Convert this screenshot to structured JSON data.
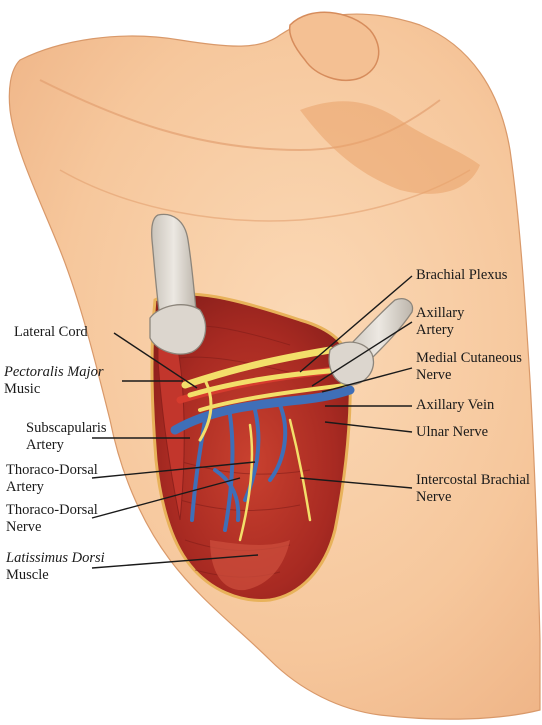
{
  "labels": {
    "brachial_plexus": "Brachial Plexus",
    "axillary_artery_1": "Axillary",
    "axillary_artery_2": "Artery",
    "medial_cutaneous_1": "Medial Cutaneous",
    "medial_cutaneous_2": "Nerve",
    "axillary_vein": "Axillary Vein",
    "ulnar_nerve": "Ulnar Nerve",
    "intercostal_1": "Intercostal Brachial",
    "intercostal_2": "Nerve",
    "lateral_cord": "Lateral Cord",
    "pectoralis_1": "Pectoralis Major",
    "pectoralis_2": "Music",
    "subscapularis_1": "Subscapularis",
    "subscapularis_2": "Artery",
    "thoraco_artery_1": "Thoraco-Dorsal",
    "thoraco_artery_2": "Artery",
    "thoraco_nerve_1": "Thoraco-Dorsal",
    "thoraco_nerve_2": "Nerve",
    "latissimus_1": "Latissimus Dorsi",
    "latissimus_2": "Muscle"
  },
  "colors": {
    "skin": "#f6caa0",
    "skin_shadow": "#e9a878",
    "muscle": "#b8302a",
    "nerve": "#f3df6a",
    "vein": "#3f6fb8",
    "retractor": "#d9d4cc"
  }
}
